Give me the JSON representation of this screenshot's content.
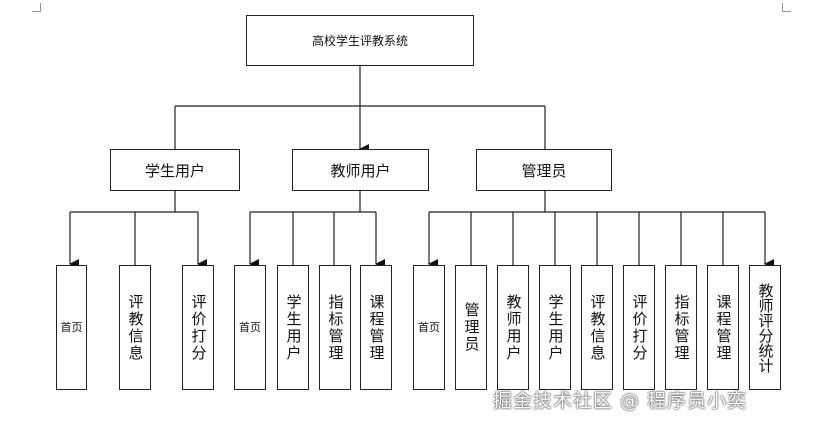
{
  "root": {
    "label": "高校学生评教系统"
  },
  "groups": [
    {
      "label": "学生用户",
      "children": [
        "首页",
        "评教信息",
        "评价打分"
      ]
    },
    {
      "label": "教师用户",
      "children": [
        "首页",
        "学生用户",
        "指标管理",
        "课程管理"
      ]
    },
    {
      "label": "管理员",
      "children": [
        "首页",
        "管理员",
        "教师用户",
        "学生用户",
        "评教信息",
        "评价打分",
        "指标管理",
        "课程管理",
        "教师评分统计"
      ]
    }
  ],
  "watermark": "掘金技术社区 @ 程序员小奕"
}
